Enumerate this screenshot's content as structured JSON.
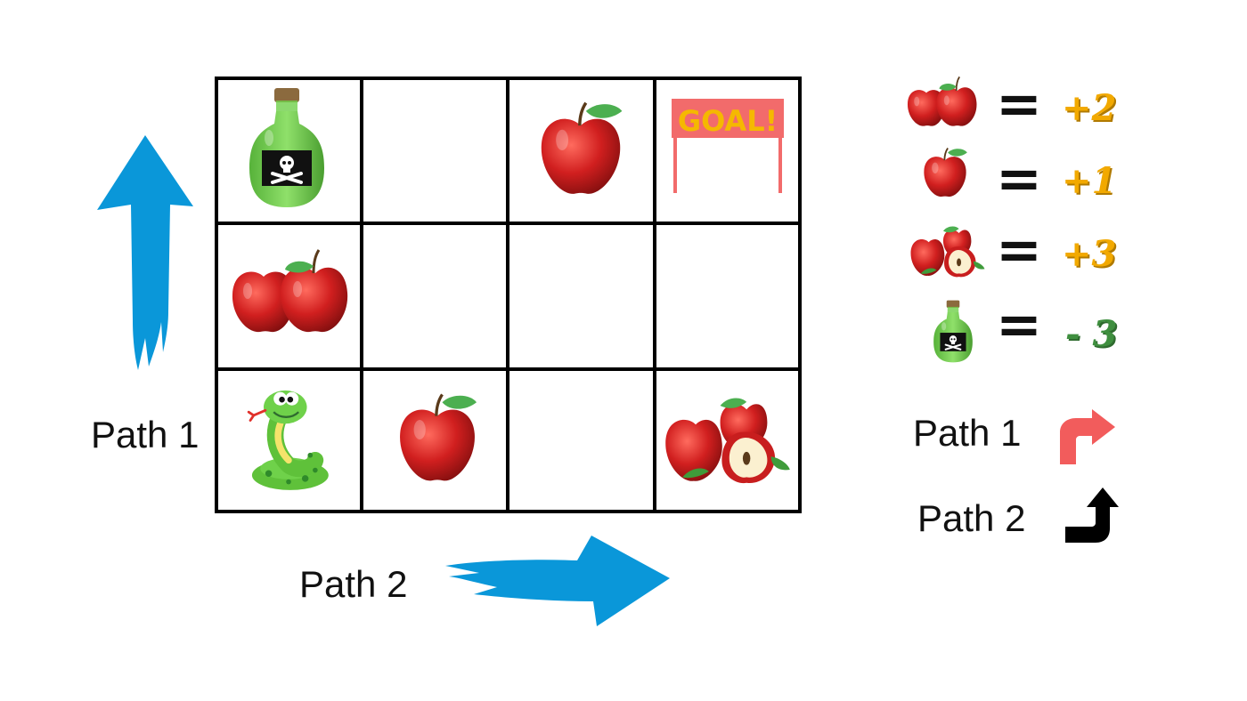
{
  "board": {
    "rows": 3,
    "cols": 4,
    "cells": [
      [
        "poison-bottle",
        "empty",
        "apple",
        "goal-flag"
      ],
      [
        "two-apples",
        "empty",
        "empty",
        "empty"
      ],
      [
        "snake",
        "apple",
        "empty",
        "apple-bunch"
      ]
    ],
    "goal_text": "GOAL!"
  },
  "labels": {
    "path1_board": "Path 1",
    "path2_board": "Path 2"
  },
  "legend": {
    "items": [
      {
        "icon": "two-apples",
        "equals": "=",
        "points": "+2",
        "color": "#f2a900"
      },
      {
        "icon": "apple",
        "equals": "=",
        "points": "+1",
        "color": "#f2a900"
      },
      {
        "icon": "apple-bunch",
        "equals": "=",
        "points": "+3",
        "color": "#f2a900"
      },
      {
        "icon": "poison-bottle",
        "equals": "=",
        "points": "- 3",
        "color": "#3f8f3f"
      }
    ],
    "path1_label": "Path 1",
    "path2_label": "Path 2",
    "path1_arrow": "turn-right-arrow-icon",
    "path2_arrow": "turn-up-arrow-icon",
    "path1_color": "#f25c5c",
    "path2_color": "#000000"
  },
  "colors": {
    "arrow_blue": "#0a97d9",
    "grid": "#000000",
    "apple_red": "#c81e1e",
    "leaf_green": "#4caf50",
    "poison_green": "#6fcf4a",
    "snake_green": "#5fc13a",
    "goal_red": "#f26b6b",
    "goal_yellow": "#f5b800"
  }
}
